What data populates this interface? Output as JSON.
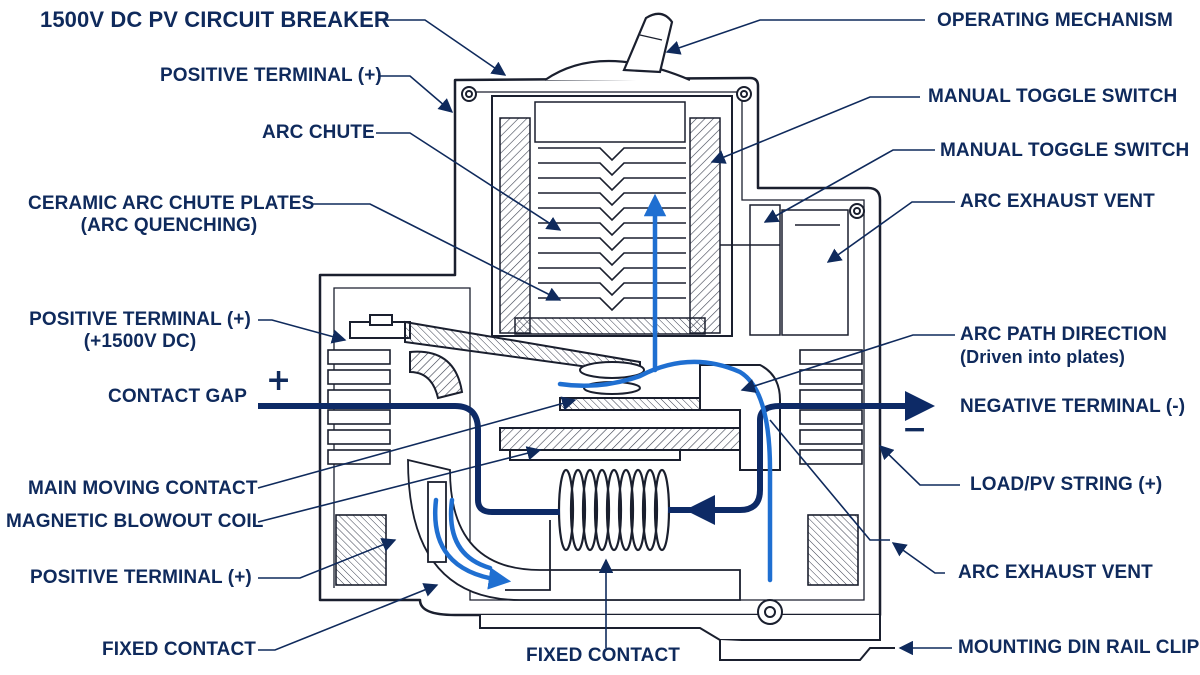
{
  "title": "1500V DC PV CIRCUIT BREAKER",
  "labels": {
    "operating_mechanism": "OPERATING MECHANISM",
    "positive_terminal_top": "POSITIVE TERMINAL (+)",
    "manual_toggle_switch_1": "MANUAL TOGGLE SWITCH",
    "arc_chute": "ARC CHUTE",
    "manual_toggle_switch_2": "MANUAL TOGGLE SWITCH",
    "ceramic_plates_line1": "CERAMIC ARC CHUTE PLATES",
    "ceramic_plates_line2": "(ARC QUENCHING)",
    "arc_exhaust_vent_top": "ARC EXHAUST VENT",
    "positive_terminal_mid_line1": "POSITIVE TERMINAL (+)",
    "positive_terminal_mid_line2": "(+1500V DC)",
    "arc_path_line1": "ARC PATH DIRECTION",
    "arc_path_line2": "(Driven into plates)",
    "contact_gap": "CONTACT GAP",
    "negative_terminal": "NEGATIVE TERMINAL (-)",
    "main_moving_contact": "MAIN MOVING CONTACT",
    "load_pv_string": "LOAD/PV STRING (+)",
    "magnetic_blowout_coil": "MAGNETIC BLOWOUT COIL",
    "positive_terminal_low": "POSITIVE TERMINAL (+)",
    "arc_exhaust_vent_bottom": "ARC EXHAUST VENT",
    "fixed_contact_left": "FIXED CONTACT",
    "fixed_contact_bottom": "FIXED CONTACT",
    "mounting_din_rail_clip": "MOUNTING DIN RAIL CLIP"
  },
  "symbols": {
    "plus": "+",
    "minus": "−"
  },
  "colors": {
    "label_text": "#0f2a5c",
    "outline": "#1a1f2e",
    "current_path": "#0d2a66",
    "arc_path": "#1f6fd1",
    "body_fill": "#ffffff",
    "hatch": "#3a3f4f"
  }
}
